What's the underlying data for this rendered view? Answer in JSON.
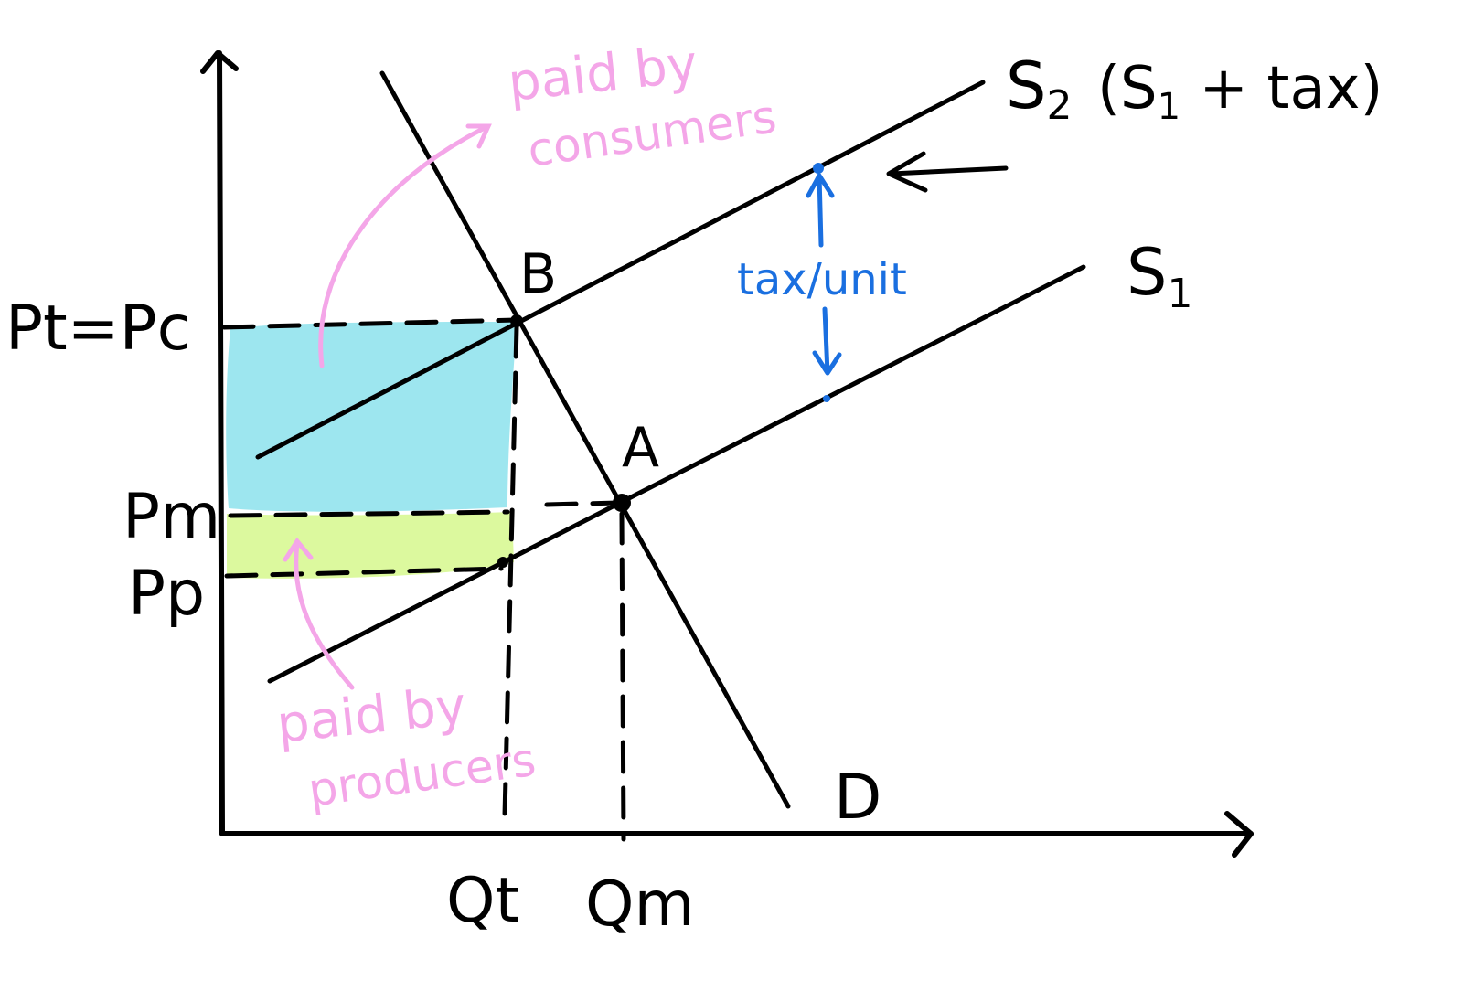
{
  "diagram": {
    "curves": {
      "s2_label": "S",
      "s2_subscript": "2",
      "s2_note": "(S",
      "s2_note_sub": "1",
      "s2_note_rest": " + tax)",
      "s1_label": "S",
      "s1_subscript": "1",
      "d_label": "D"
    },
    "points": {
      "b_label": "B",
      "a_label": "A"
    },
    "price_labels": {
      "pt_pc": "Pt=Pc",
      "pm": "Pm",
      "pp": "Pp"
    },
    "quantity_labels": {
      "qt": "Qt",
      "qm": "Qm"
    },
    "annotations": {
      "consumers_line1": "paid by",
      "consumers_line2": "consumers",
      "producers_line1": "paid by",
      "producers_line2": "producers",
      "tax_per_unit": "tax/unit"
    },
    "colors": {
      "consumer_area": "#9de6ef",
      "producer_area": "#dcf99e",
      "annotation_pink": "#f4a6e8",
      "tax_blue": "#1a6fe0",
      "ink": "#000000"
    }
  }
}
